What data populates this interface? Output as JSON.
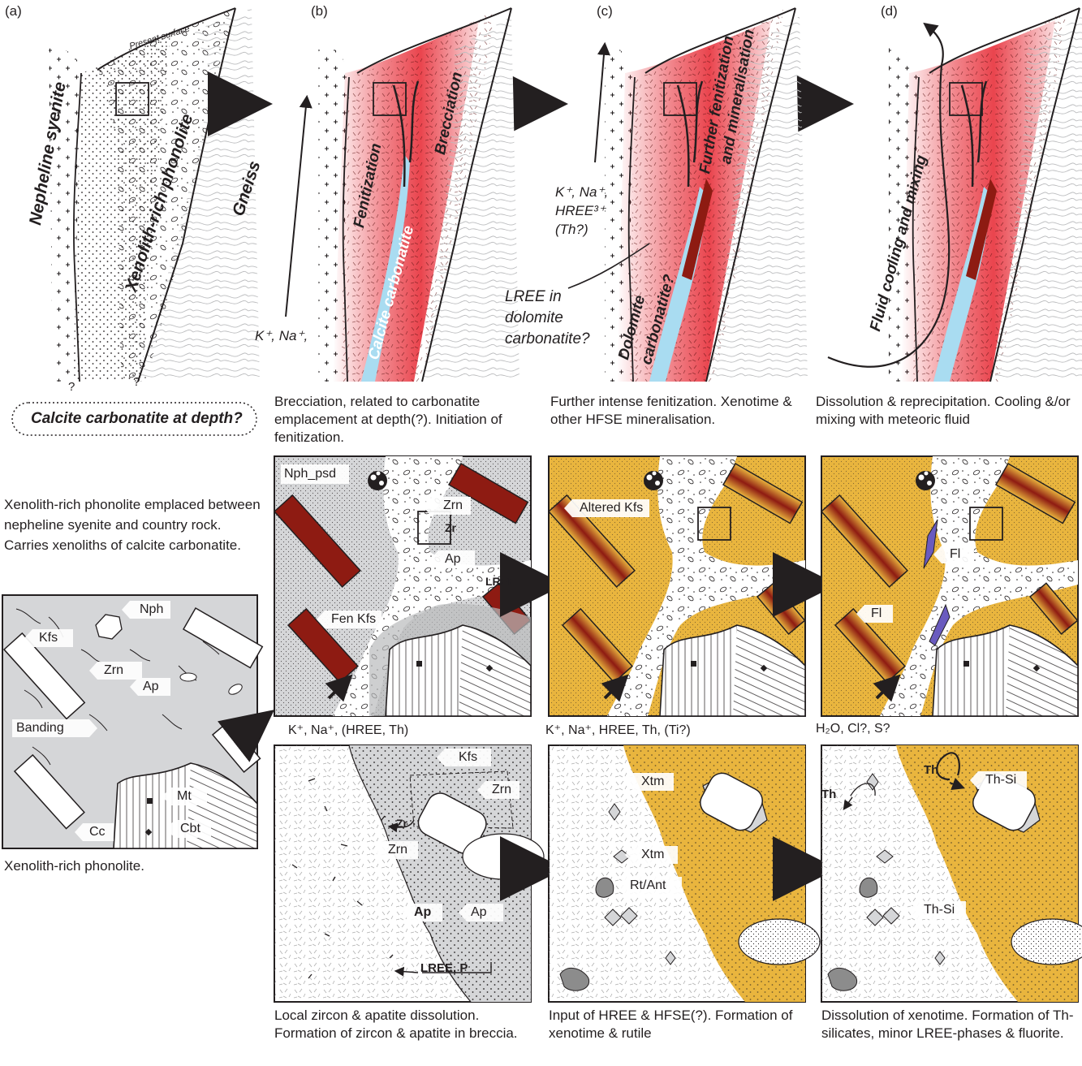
{
  "panels": {
    "a": "(a)",
    "b": "(b)",
    "c": "(c)",
    "d": "(d)"
  },
  "sections": {
    "present_surface": "Present surface",
    "nepheline_syenite": "Nepheline syenite",
    "xenolith_phonolite": "Xenolith-rich phonolite",
    "gneiss": "Gneiss",
    "question1": "?",
    "question2": "?",
    "calcite_depth": "Calcite carbonatite at depth?",
    "fenitization": "Fenitization",
    "brecciation": "Brecciation",
    "calcite_carbonatite": "Calcite carbonatite",
    "k_na_b": "K⁺, Na⁺,",
    "k_na_c": "K⁺, Na⁺,",
    "hree_c": "HREE³⁺",
    "th_c": "(Th?)",
    "further_fen_1": "Further fenitization",
    "further_fen_2": "and mineralisation",
    "dolomite_1": "Dolomite",
    "dolomite_2": "carbonatite?",
    "lree_1": "LREE in",
    "lree_2": "dolomite",
    "lree_3": "carbonatite?",
    "fluid_cooling": "Fluid cooling and mixing"
  },
  "captions": {
    "b_top": "Brecciation, related to carbonatite emplacement at depth(?). Initiation of fenitization.",
    "c_top": "Further intense fenitization. Xenotime & other HFSE mineralisation.",
    "d_top": "Dissolution & reprecipitation. Cooling &/or mixing with meteoric fluid",
    "a_mid": "Xenolith-rich phonolite emplaced between nepheline syenite and country rock. Carries xenoliths of calcite carbonatite.",
    "a_bottom": "Xenolith-rich phonolite.",
    "b_bottom": "Local zircon & apatite dissolution. Formation of zircon & apatite in breccia.",
    "c_bottom": "Input of HREE & HFSE(?). Formation of xenotime & rutile",
    "d_bottom": "Dissolution of xenotime. Formation of Th-silicates, minor LREE-phases & fluorite."
  },
  "flux": {
    "b": "K⁺, Na⁺, (HREE, Th)",
    "c": "K⁺, Na⁺, HREE, Th, (Ti?)",
    "d": "H₂O, Cl?, S?"
  },
  "minerals": {
    "nph": "Nph",
    "kfs": "Kfs",
    "zrn": "Zrn",
    "ap": "Ap",
    "banding": "Banding",
    "cc": "Cc",
    "mt": "Mt",
    "cbt": "Cbt",
    "nph_psd": "Nph_psd",
    "zrn_b": "Zrn",
    "zr_b": "Zr",
    "ap_b": "Ap",
    "lree_b": "LREE",
    "fen_kfs": "Fen Kfs",
    "altered_kfs": "Altered Kfs",
    "fl1": "Fl",
    "fl2": "Fl",
    "kfs_bb": "Kfs",
    "zrn_bb": "Zrn",
    "zr_bb": "Zr",
    "zrn_bb2": "Zrn",
    "ap_bb": "Ap",
    "ap_bb2": "Ap",
    "lree_p": "LREE, P",
    "xtm1": "Xtm",
    "xtm2": "Xtm",
    "rt_ant": "Rt/Ant",
    "th1": "Th",
    "th2": "Th",
    "th_si1": "Th-Si",
    "th_si2": "Th-Si"
  },
  "colors": {
    "fenite_orange": "#e9b53e",
    "xenolith_grey": "#d5d6d8",
    "dark_grey": "#b9babc",
    "red_fen": "#e6232e",
    "kfs_dark": "#8e1b12",
    "carbonatite_blue": "#a9dcf1",
    "fluorite": "#6a5bbf"
  }
}
